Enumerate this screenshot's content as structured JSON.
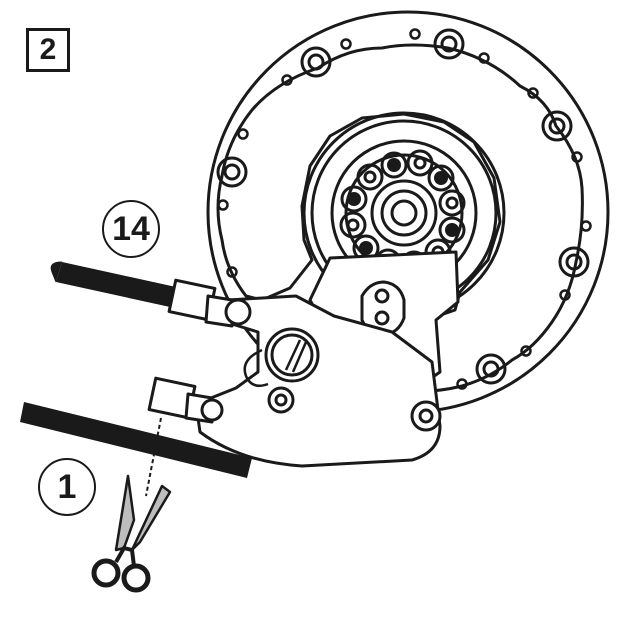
{
  "figure": {
    "step_number": "2",
    "callouts": [
      {
        "label": "14"
      },
      {
        "label": "1"
      }
    ],
    "icons": [
      "hydraulic-hose-icon",
      "scissors-icon",
      "cut-line-icon"
    ],
    "colors": {
      "ink": "#1a1a1a",
      "paper": "#ffffff",
      "blade": "#bdbdbd"
    }
  }
}
